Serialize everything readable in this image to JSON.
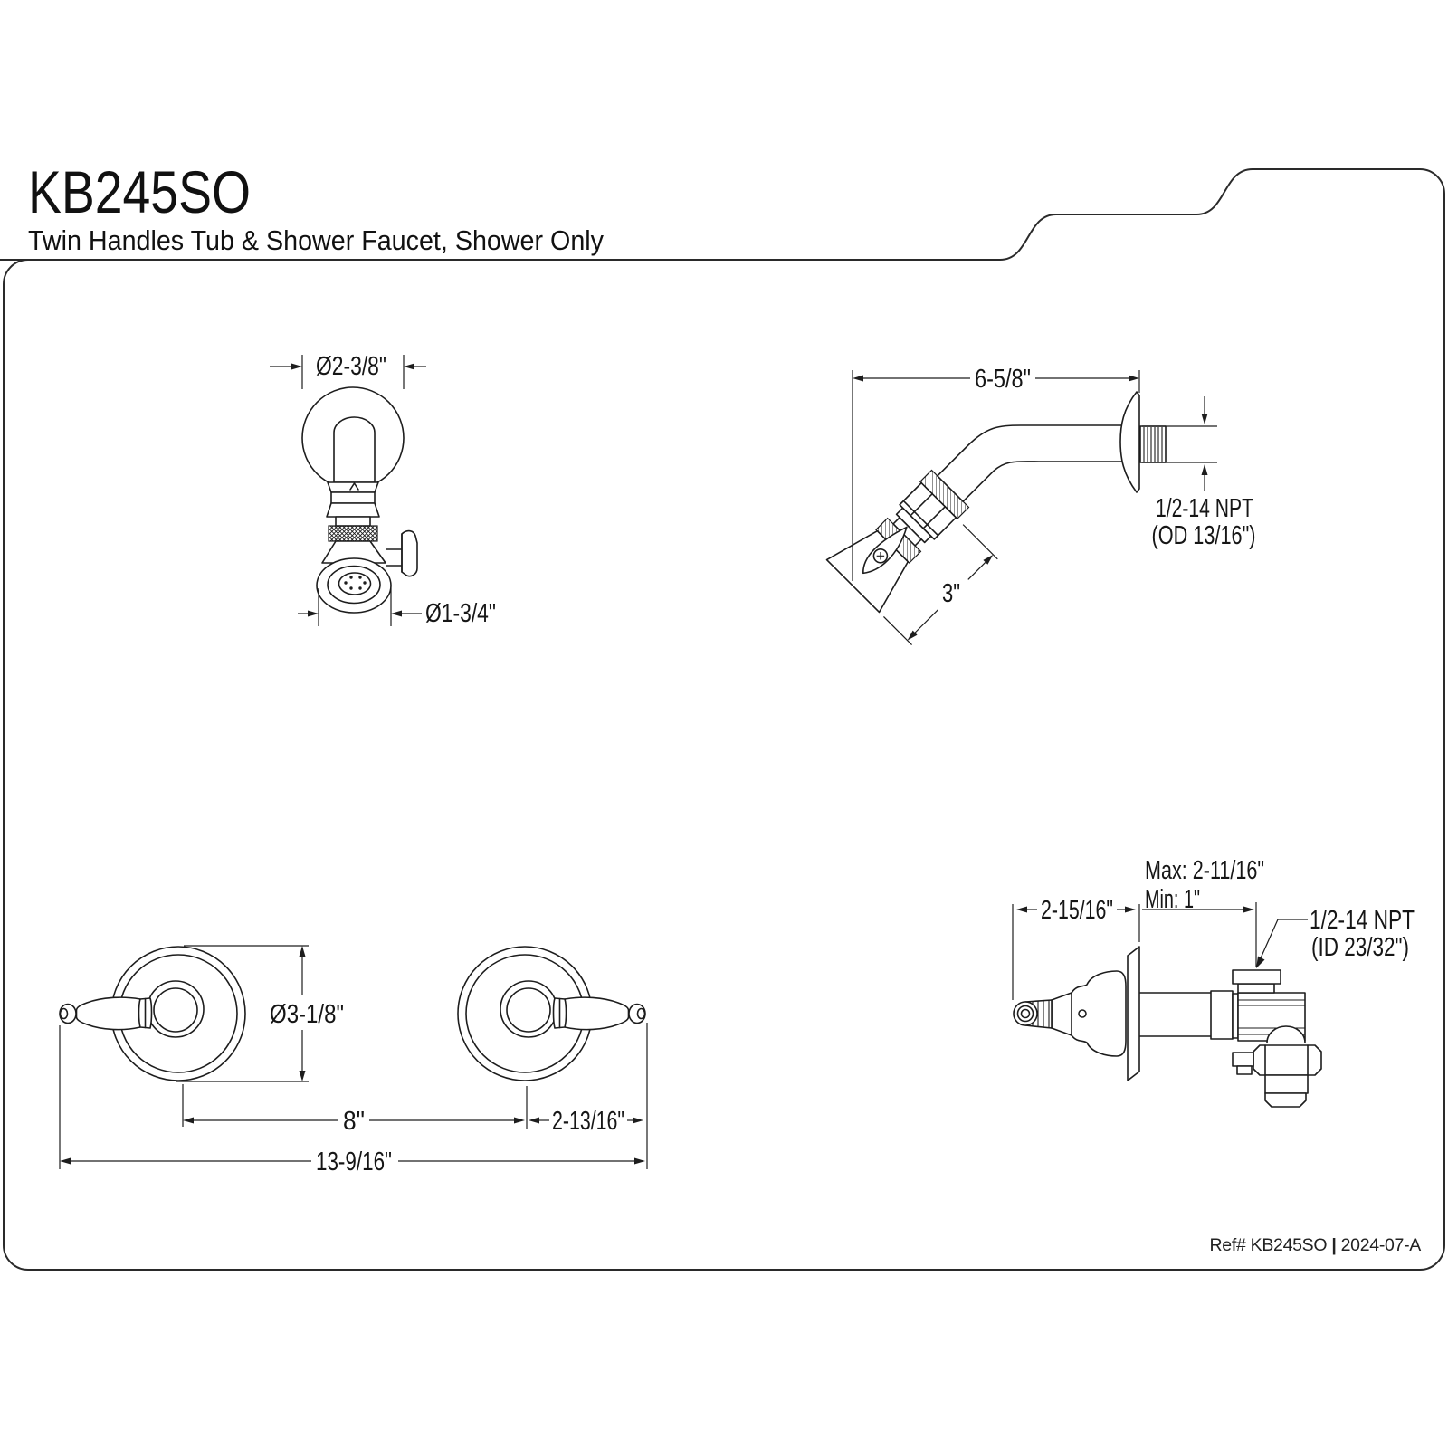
{
  "header": {
    "model": "KB245SO",
    "subtitle": "Twin Handles Tub & Shower Faucet, Shower Only"
  },
  "footer": {
    "ref": "Ref# KB245SO ",
    "separator": "|",
    "revision": " 2024-07-A"
  },
  "drawings": {
    "showerhead_front": {
      "flange_diameter": "Ø2-3/8\"",
      "head_diameter": "Ø1-3/4\""
    },
    "showerhead_side": {
      "arm_length": "6-5/8\"",
      "head_length": "3\"",
      "thread_spec_line1": "1/2-14 NPT",
      "thread_spec_line2": "(OD 13/16\")"
    },
    "handles_front": {
      "escutcheon_diameter": "Ø3-1/8\"",
      "center_spacing": "8\"",
      "handle_reach": "2-13/16\"",
      "overall_width": "13-9/16\""
    },
    "valve_side": {
      "handle_depth": "2-15/16\"",
      "wall_thickness_max": "Max: 2-11/16\"",
      "wall_thickness_min": "Min: 1\"",
      "thread_spec_line1": "1/2-14 NPT",
      "thread_spec_line2": "(ID 23/32\")"
    }
  }
}
